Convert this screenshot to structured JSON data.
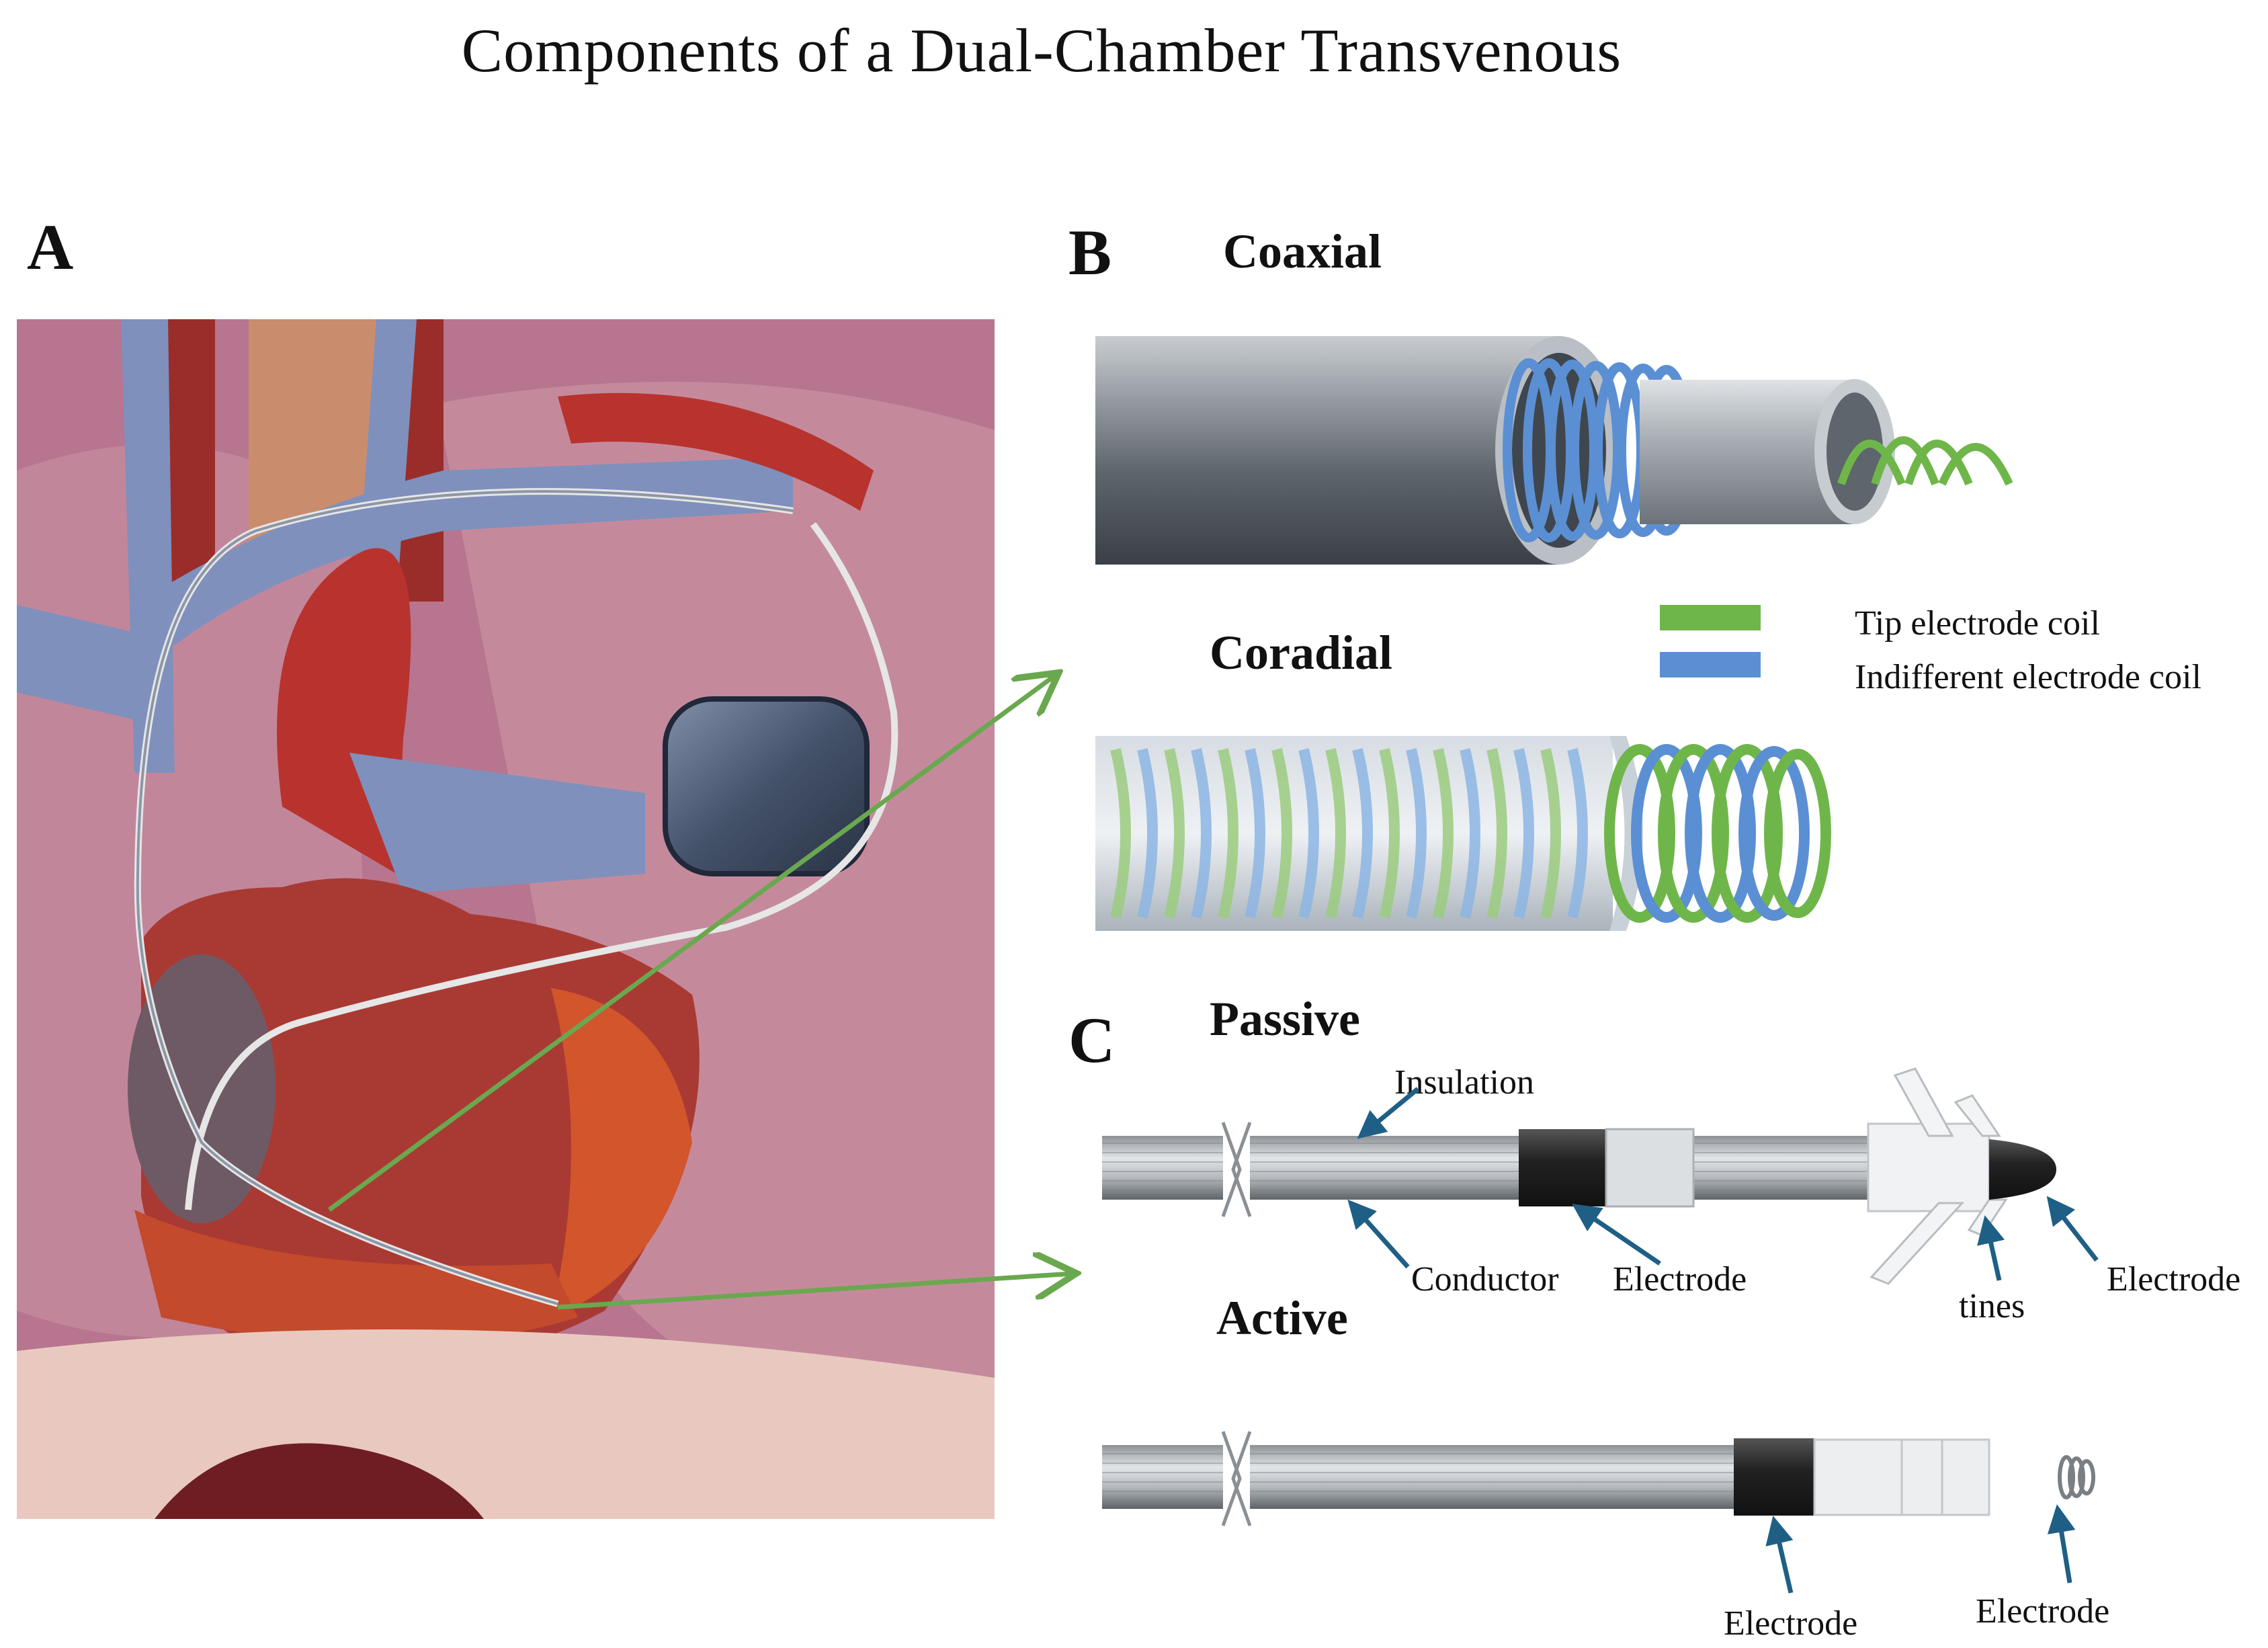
{
  "title": "Components of a Dual-Chamber Transvenous",
  "panels": {
    "a": {
      "letter": "A"
    },
    "b": {
      "letter": "B",
      "coaxial": "Coaxial",
      "coradial": "Coradial",
      "legend": [
        {
          "label": "Tip electrode coil",
          "color": "#6fb64a"
        },
        {
          "label": "Indifferent electrode coil",
          "color": "#5b8fd3"
        }
      ]
    },
    "c": {
      "letter": "C",
      "passive": {
        "title": "Passive",
        "insulation": "Insulation",
        "conductor": "Conductor",
        "electrode_ring": "Electrode",
        "tines": "tines",
        "electrode_tip": "Electrode"
      },
      "active": {
        "title": "Active",
        "electrode_ring": "Electrode",
        "electrode_tip": "Electrode"
      }
    }
  },
  "colors": {
    "arrow_green": "#6aa84f",
    "pointer_blue": "#1f5f86",
    "tip_coil": "#6fb64a",
    "indifferent_coil": "#5b8fd3"
  }
}
